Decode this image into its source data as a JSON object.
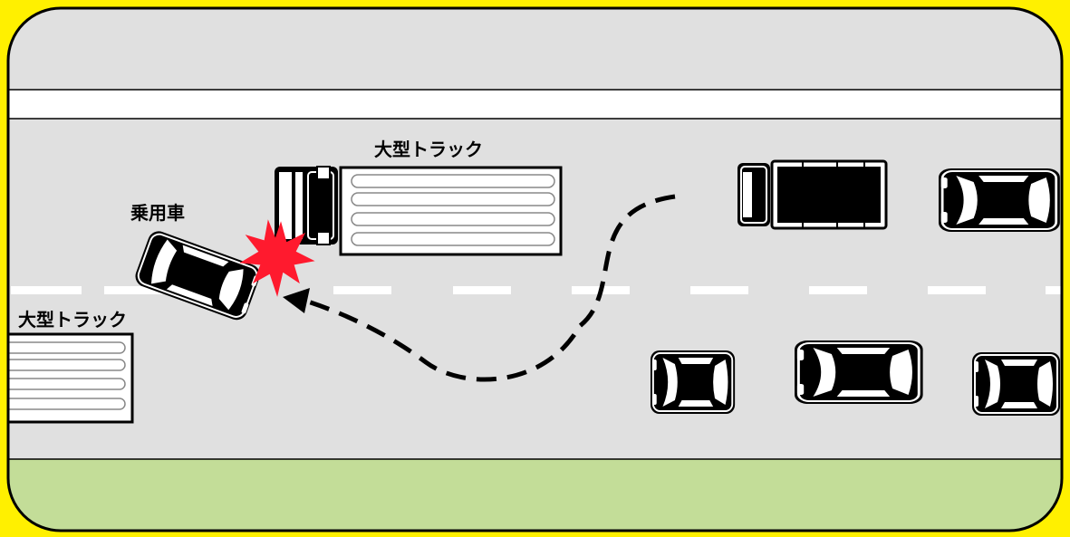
{
  "labels": {
    "truck_top": "大型トラック",
    "truck_left": "大型トラック",
    "passenger_car": "乗用車"
  },
  "colors": {
    "frame": "#fff000",
    "road": "#e0e0e0",
    "sidewalk": "#ffffff",
    "verge": "#c3dd98",
    "outline": "#000000",
    "impact": "#ff1a2e",
    "lane_mark": "#ffffff"
  },
  "icons": [
    "collision-burst-icon",
    "trajectory-arrow-icon",
    "car-icon",
    "truck-icon"
  ]
}
